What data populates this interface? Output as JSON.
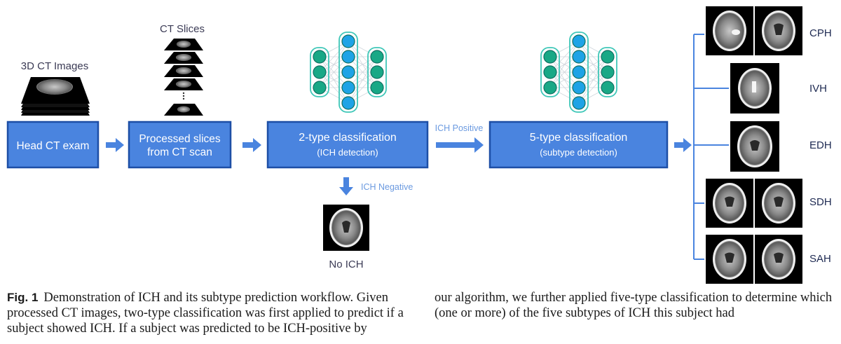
{
  "labels": {
    "ct3d": "3D CT Images",
    "ctslices": "CT Slices",
    "ich_positive": "ICH Positive",
    "ich_negative": "ICH Negative",
    "no_ich": "No ICH"
  },
  "boxes": {
    "head": [
      "Head CT exam"
    ],
    "processed": [
      "Processed slices",
      "from CT scan"
    ],
    "two_type": [
      "2-type classification",
      "(ICH detection)"
    ],
    "five_type": [
      "5-type classification",
      "(subtype detection)"
    ]
  },
  "subtypes": [
    "CPH",
    "IVH",
    "EDH",
    "SDH",
    "SAH"
  ],
  "caption": {
    "fig_label": "Fig. 1",
    "left": "Demonstration of ICH and its subtype prediction workflow. Given processed CT images, two-type classification was first applied to predict if a subject showed ICH. If a subject was predicted to be ICH-positive by",
    "right": "our algorithm, we further applied five-type classification to determine which (one or more) of the five subtypes of ICH this subject had"
  },
  "colors": {
    "box_fill": "#4a84df",
    "box_border": "#1d4fa6",
    "node_green": "#19a886",
    "node_blue": "#1fa3e6",
    "layer_border": "#3fc7b8"
  }
}
